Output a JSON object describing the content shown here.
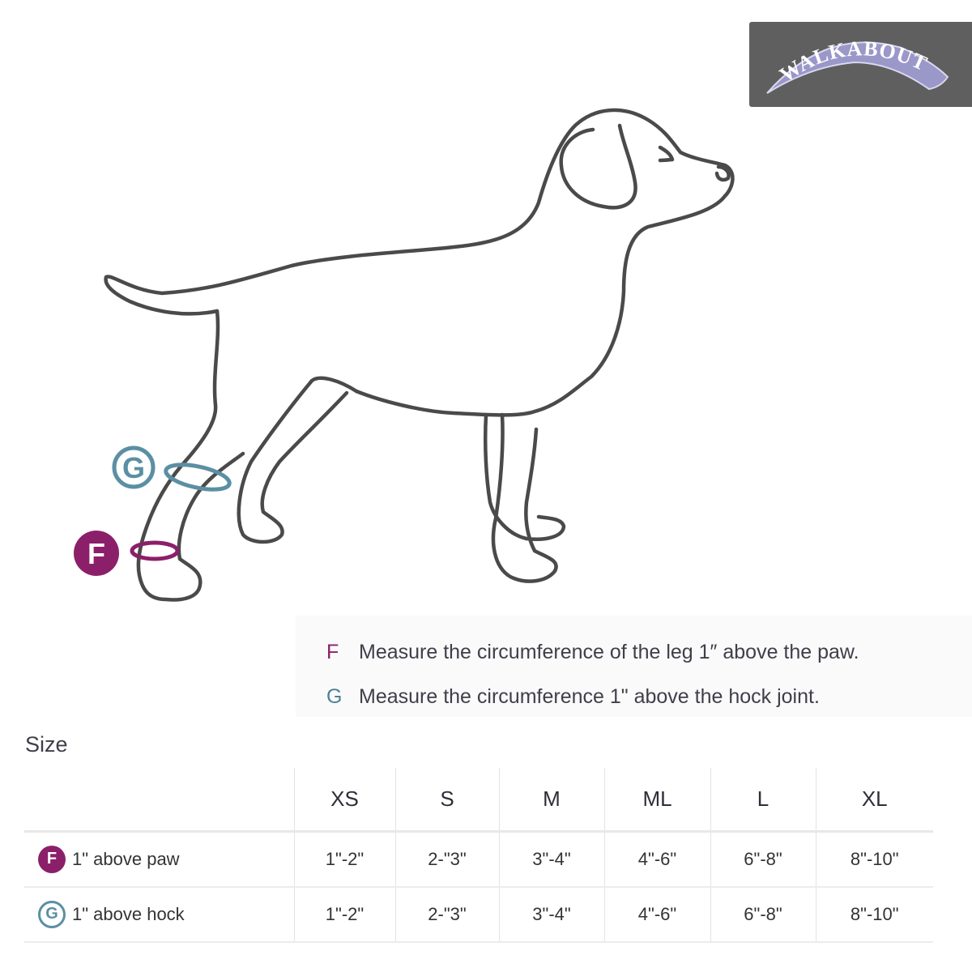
{
  "logo": {
    "text": "WALKABOUT"
  },
  "markers": {
    "f": "F",
    "g": "G"
  },
  "instructions": [
    {
      "letter": "F",
      "text": "Measure the circumference of the leg 1″ above the paw."
    },
    {
      "letter": "G",
      "text": "Measure the circumference 1\" above the hock joint."
    }
  ],
  "size_title": "Size",
  "table": {
    "columns": [
      "XS",
      "S",
      "M",
      "ML",
      "L",
      "XL"
    ],
    "rows": [
      {
        "badge": "F",
        "label": "1\" above paw",
        "values": [
          "1\"-2\"",
          "2-\"3\"",
          "3\"-4\"",
          "4\"-6\"",
          "6\"-8\"",
          "8\"-10\""
        ]
      },
      {
        "badge": "G",
        "label": "1\" above hock",
        "values": [
          "1\"-2\"",
          "2-\"3\"",
          "3\"-4\"",
          "4\"-6\"",
          "6\"-8\"",
          "8\"-10\""
        ]
      }
    ]
  },
  "colors": {
    "f": "#8c1f6a",
    "g": "#5b8fa3",
    "logo_bg": "#5f5f5f",
    "logo_accent": "#9a97c9"
  }
}
